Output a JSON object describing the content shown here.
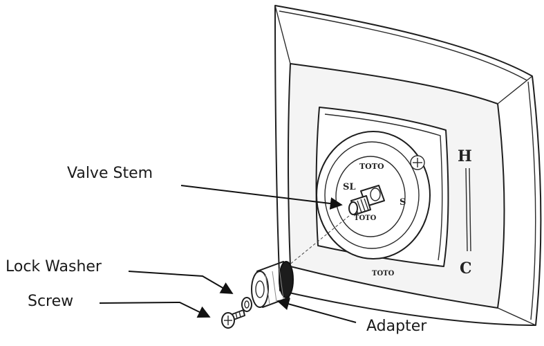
{
  "labels": {
    "valve_stem": "Valve Stem",
    "lock_washer": "Lock Washer",
    "screw": "Screw",
    "adapter": "Adapter"
  },
  "plate_marks": {
    "hot": "H",
    "cold": "C",
    "brand_top": "TOTO",
    "brand_bottom": "TOTO",
    "dial_left": "SL",
    "dial_right": "S",
    "dial_bottom": "TOTO"
  }
}
